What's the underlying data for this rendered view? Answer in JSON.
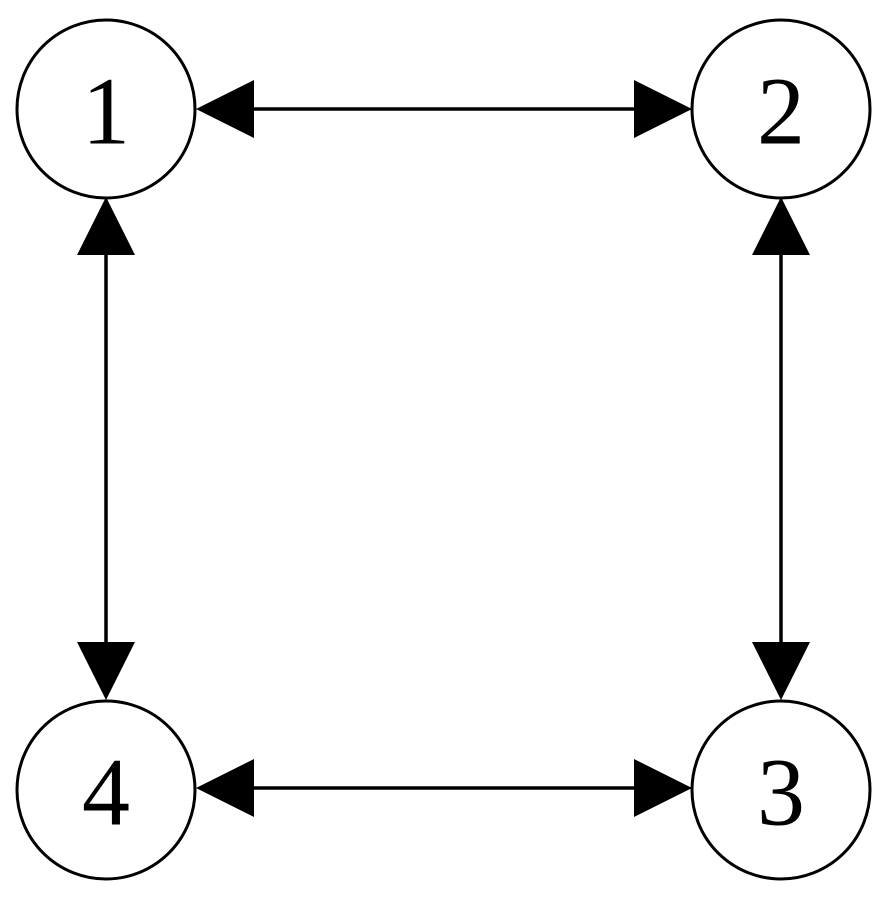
{
  "diagram": {
    "type": "directed-graph",
    "nodes": [
      {
        "id": "n1",
        "label": "1"
      },
      {
        "id": "n2",
        "label": "2"
      },
      {
        "id": "n3",
        "label": "3"
      },
      {
        "id": "n4",
        "label": "4"
      }
    ],
    "edges": [
      {
        "from": "n1",
        "to": "n2",
        "direction": "bidirectional"
      },
      {
        "from": "n2",
        "to": "n3",
        "direction": "bidirectional"
      },
      {
        "from": "n3",
        "to": "n4",
        "direction": "bidirectional"
      },
      {
        "from": "n4",
        "to": "n1",
        "direction": "bidirectional"
      }
    ],
    "colors": {
      "stroke": "#000000",
      "background": "#ffffff"
    }
  }
}
